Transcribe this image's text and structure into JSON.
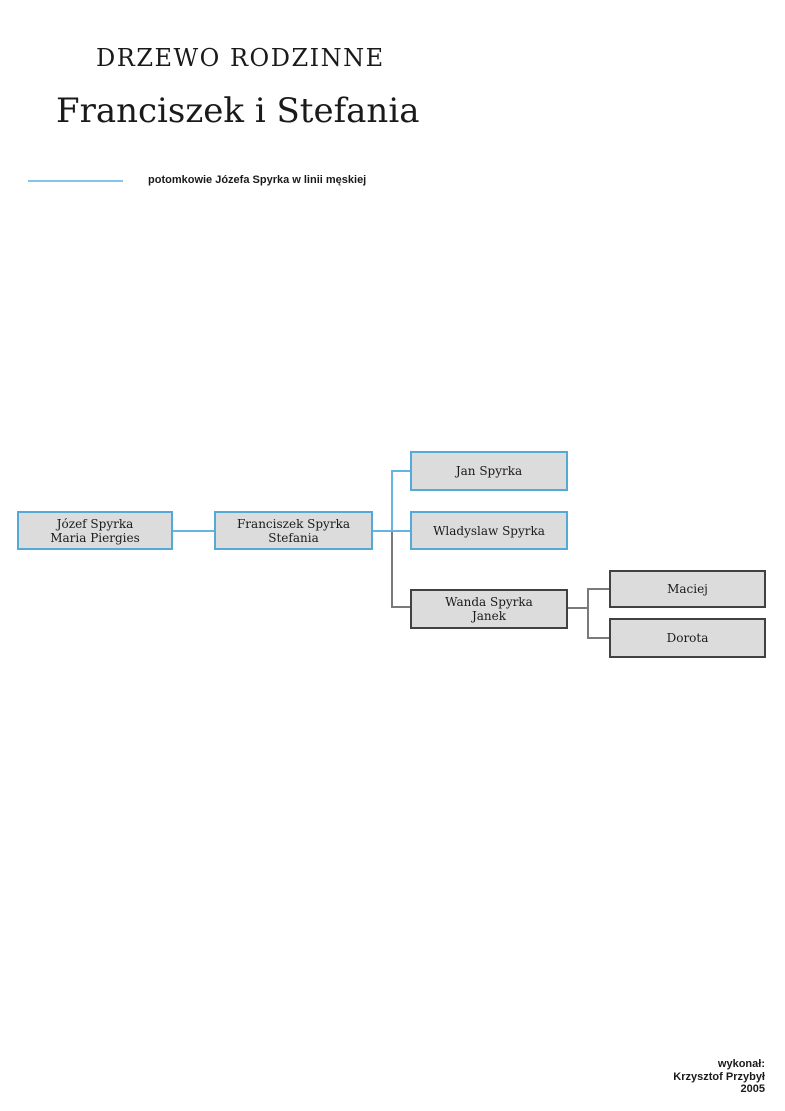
{
  "document": {
    "title_small": "DRZEWO RODZINNE",
    "title_large": "Franciszek i Stefania"
  },
  "legend": {
    "label": "potomkowie Józefa Spyrka w linii męskiej",
    "line_color": "#85c3e9"
  },
  "tree": {
    "nodes": [
      {
        "id": "jozef-maria",
        "line1": "Józef Spyrka",
        "line2": "Maria Piergies",
        "male_line": true
      },
      {
        "id": "franciszek-stefania",
        "line1": "Franciszek Spyrka",
        "line2": "Stefania",
        "male_line": true
      },
      {
        "id": "jan",
        "line1": "Jan Spyrka",
        "male_line": true
      },
      {
        "id": "wladyslaw",
        "line1": "Wladyslaw Spyrka",
        "male_line": true
      },
      {
        "id": "wanda-janek",
        "line1": "Wanda Spyrka",
        "line2": "Janek",
        "male_line": false
      },
      {
        "id": "maciej",
        "line1": "Maciej",
        "male_line": false
      },
      {
        "id": "dorota",
        "line1": "Dorota",
        "male_line": false
      }
    ]
  },
  "footer": {
    "lines": [
      "wykonał:",
      "Krzysztof Przybył",
      "2005"
    ]
  },
  "colors": {
    "male_line_blue": "#55a9d6",
    "legend_line_blue": "#85c3e9",
    "neutral_line_gray": "#7a7a7a",
    "box_fill": "#dcdcdc",
    "dark_border": "#414141",
    "text": "#1a1a1a"
  }
}
